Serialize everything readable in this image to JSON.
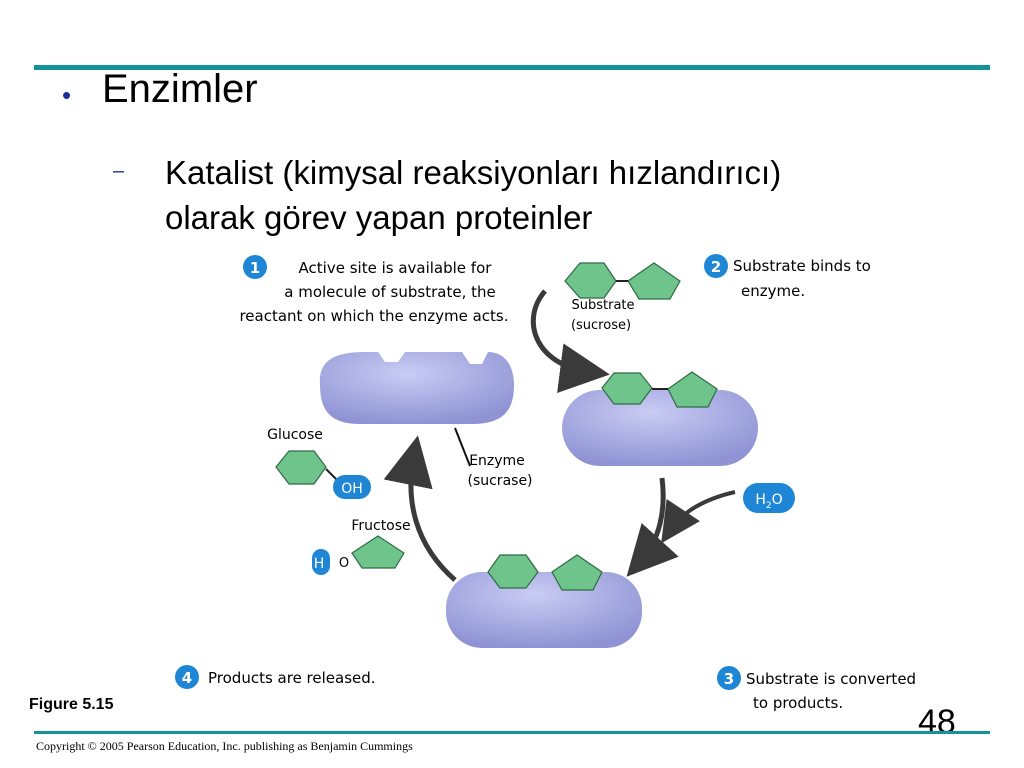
{
  "slide": {
    "title": "Enzimler",
    "bullet_line1": "Katalist (kimysal reaksiyonları hızlandırıcı)",
    "bullet_line2": "olarak görev yapan proteinler",
    "figure_label": "Figure 5.15",
    "page_number": "48",
    "copyright": "Copyright © 2005 Pearson Education, Inc. publishing as Benjamin Cummings"
  },
  "diagram": {
    "step1": {
      "number": "1",
      "lines": [
        "Active site is available for",
        "a molecule of substrate, the",
        "reactant on which the enzyme acts."
      ]
    },
    "step2": {
      "number": "2",
      "lines": [
        "Substrate binds to",
        "enzyme."
      ]
    },
    "step3": {
      "number": "3",
      "lines": [
        "Substrate is converted",
        "to products."
      ]
    },
    "step4": {
      "number": "4",
      "lines": [
        "Products are released."
      ]
    },
    "labels": {
      "substrate": "Substrate",
      "substrate_sub": "(sucrose)",
      "enzyme": "Enzyme",
      "enzyme_sub": "(sucrase)",
      "glucose": "Glucose",
      "fructose": "Fructose",
      "oh": "OH",
      "h_fragment": "H",
      "o_fragment": "O",
      "water_h": "H",
      "water_sub": "2",
      "water_o": "O"
    },
    "colors": {
      "enzyme": "#9b9fdc",
      "enzyme_highlight": "#c2c5f0",
      "substrate": "#6fc48c",
      "badge": "#1f86d6",
      "arrow": "#3a3a3a",
      "accent_line": "#13949a"
    }
  }
}
